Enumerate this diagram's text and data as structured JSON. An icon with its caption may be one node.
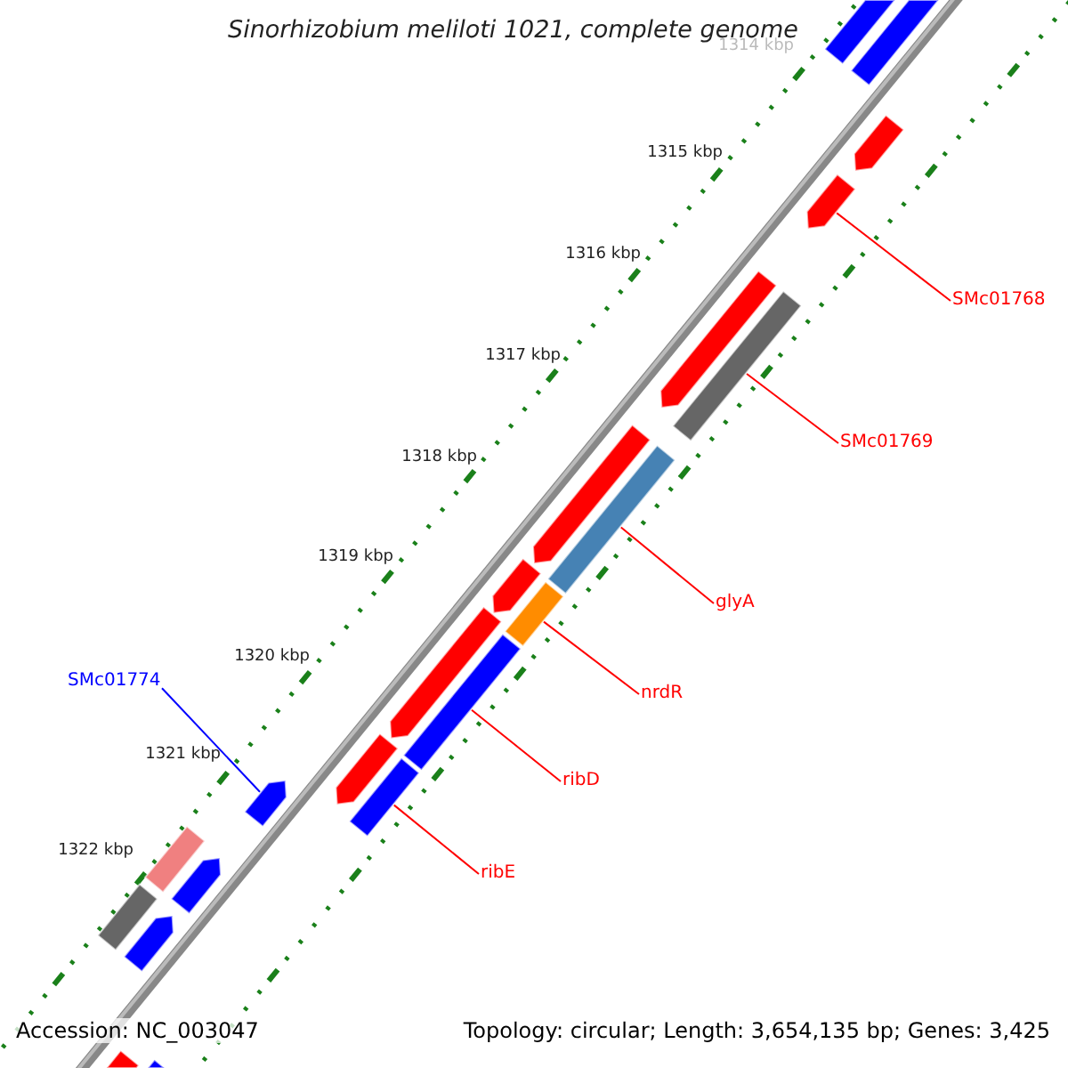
{
  "diagram": {
    "title": "Sinorhizobium meliloti 1021, complete genome",
    "nodes": [
      {
        "text": [
          "SMc01768"
        ]
      },
      {
        "text": [
          "SMc01769"
        ]
      },
      {
        "text": [
          "glyA"
        ]
      },
      {
        "text": [
          "SMc01774"
        ]
      },
      {
        "text": [
          "nrdR"
        ]
      },
      {
        "text": [
          "ribD"
        ]
      },
      {
        "text": [
          "ribE"
        ]
      },
      {
        "text": [],
        "shape": "bar"
      },
      {
        "text": [],
        "shape": "bar"
      },
      {
        "text": [],
        "shape": "arrow"
      },
      {
        "text": [],
        "shape": "arrow"
      },
      {
        "text": [],
        "shape": "arrow"
      },
      {
        "text": [],
        "shape": "bar"
      },
      {
        "text": [],
        "shape": "arrow"
      },
      {
        "text": [],
        "shape": "bar"
      },
      {
        "text": [],
        "shape": "arrow"
      },
      {
        "text": [],
        "shape": "bar"
      },
      {
        "text": [],
        "shape": "arrow"
      },
      {
        "text": [],
        "shape": "bar"
      },
      {
        "text": [],
        "shape": "arrow"
      },
      {
        "text": [],
        "shape": "bar"
      },
      {
        "text": [],
        "shape": "arrow"
      },
      {
        "text": [],
        "shape": "bar"
      },
      {
        "text": [],
        "shape": "arrow"
      },
      {
        "text": [],
        "shape": "bar"
      },
      {
        "text": [],
        "shape": "arrow"
      },
      {
        "text": [],
        "shape": "arrow"
      },
      {
        "text": [],
        "shape": "bar"
      }
    ],
    "edges": [
      {
        "from": 0,
        "to": 10,
        "arrow": "none"
      },
      {
        "from": 1,
        "to": 12,
        "arrow": "none"
      },
      {
        "from": 2,
        "to": 14,
        "arrow": "none"
      },
      {
        "from": 3,
        "to": 21,
        "arrow": "none",
        "color": "#0000ff"
      },
      {
        "from": 4,
        "to": 16,
        "arrow": "none"
      },
      {
        "from": 5,
        "to": 18,
        "arrow": "none"
      },
      {
        "from": 6,
        "to": 20,
        "arrow": "none"
      }
    ],
    "labels": [
      "1314 kbp",
      "1315 kbp",
      "1316 kbp",
      "1317 kbp",
      "1318 kbp",
      "1319 kbp",
      "1320 kbp",
      "1321 kbp",
      "1322 kbp",
      "Accession: NC_003047",
      "Topology: circular; Length: 3,654,135 bp; Genes: 3,425"
    ]
  }
}
